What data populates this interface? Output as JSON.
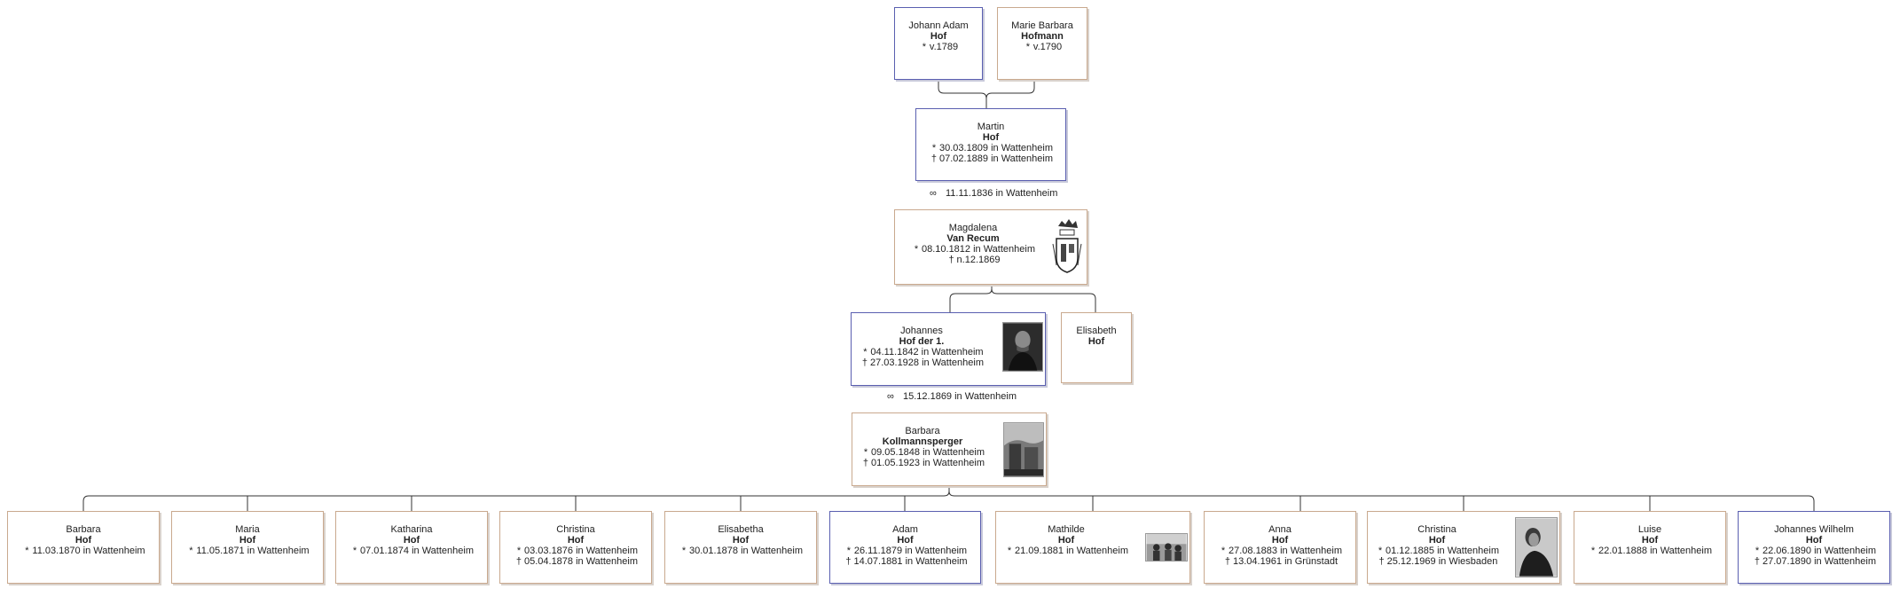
{
  "ancestors": {
    "p1": {
      "given": "Johann Adam",
      "surname": "Hof",
      "birth": "v.1789"
    },
    "p2": {
      "given": "Marie Barbara",
      "surname": "Hofmann",
      "birth": "v.1790"
    }
  },
  "martin": {
    "given": "Martin",
    "surname": "Hof",
    "birth": "30.03.1809 in Wattenheim",
    "death": "07.02.1889 in Wattenheim"
  },
  "marriage1": {
    "symbol": "∞",
    "text": "11.11.1836 in Wattenheim"
  },
  "magdalena": {
    "given": "Magdalena",
    "surname": "Van Recum",
    "birth": "08.10.1812 in Wattenheim",
    "death": "n.12.1869"
  },
  "johannes": {
    "given": "Johannes",
    "surname": "Hof der 1.",
    "birth": "04.11.1842 in Wattenheim",
    "death": "27.03.1928 in Wattenheim"
  },
  "elisabeth": {
    "given": "Elisabeth",
    "surname": "Hof"
  },
  "marriage2": {
    "symbol": "∞",
    "text": "15.12.1869 in Wattenheim"
  },
  "barbara": {
    "given": "Barbara",
    "surname": "Kollmannsperger",
    "birth": "09.05.1848 in Wattenheim",
    "death": "01.05.1923 in Wattenheim"
  },
  "symbols": {
    "birth": "*",
    "death": "†"
  },
  "children": [
    {
      "given": "Barbara",
      "surname": "Hof",
      "birth": "11.03.1870 in Wattenheim"
    },
    {
      "given": "Maria",
      "surname": "Hof",
      "birth": "11.05.1871 in Wattenheim"
    },
    {
      "given": "Katharina",
      "surname": "Hof",
      "birth": "07.01.1874 in Wattenheim"
    },
    {
      "given": "Christina",
      "surname": "Hof",
      "birth": "03.03.1876 in Wattenheim",
      "death": "05.04.1878 in Wattenheim"
    },
    {
      "given": "Elisabetha",
      "surname": "Hof",
      "birth": "30.01.1878 in Wattenheim"
    },
    {
      "given": "Adam",
      "surname": "Hof",
      "birth": "26.11.1879 in Wattenheim",
      "death": "14.07.1881 in Wattenheim"
    },
    {
      "given": "Mathilde",
      "surname": "Hof",
      "birth": "21.09.1881 in Wattenheim"
    },
    {
      "given": "Anna",
      "surname": "Hof",
      "birth": "27.08.1883 in Wattenheim",
      "death": "13.04.1961 in Grünstadt"
    },
    {
      "given": "Christina",
      "surname": "Hof",
      "birth": "01.12.1885 in Wattenheim",
      "death": "25.12.1969 in Wiesbaden"
    },
    {
      "given": "Luise",
      "surname": "Hof",
      "birth": "22.01.1888 in Wattenheim"
    },
    {
      "given": "Johannes Wilhelm",
      "surname": "Hof",
      "birth": "22.06.1890 in Wattenheim",
      "death": "27.07.1890 in Wattenheim"
    }
  ]
}
